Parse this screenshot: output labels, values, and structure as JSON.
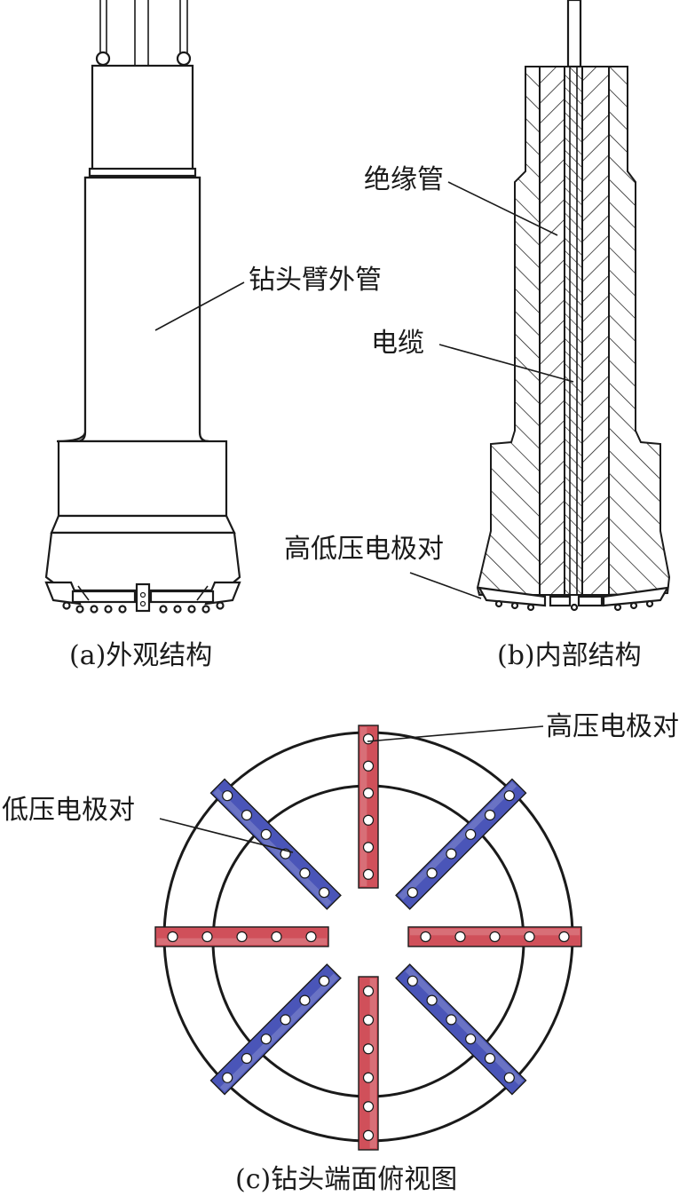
{
  "labels": {
    "outer_tube": "钻头臂外管",
    "insulating_tube": "绝缘管",
    "cable": "电缆",
    "hv_lv_pair": "高低压电极对",
    "hv_pair": "高压电极对",
    "lv_pair": "低压电极对"
  },
  "captions": {
    "a": "(a)外观结构",
    "b": "(b)内部结构",
    "c": "(c)钻头端面俯视图"
  },
  "colors": {
    "high_voltage": "#d0505a",
    "low_voltage": "#4a55b8",
    "line": "#1a1a1a"
  },
  "electrodes": {
    "high_voltage_arms": 4,
    "low_voltage_arms": 4
  }
}
